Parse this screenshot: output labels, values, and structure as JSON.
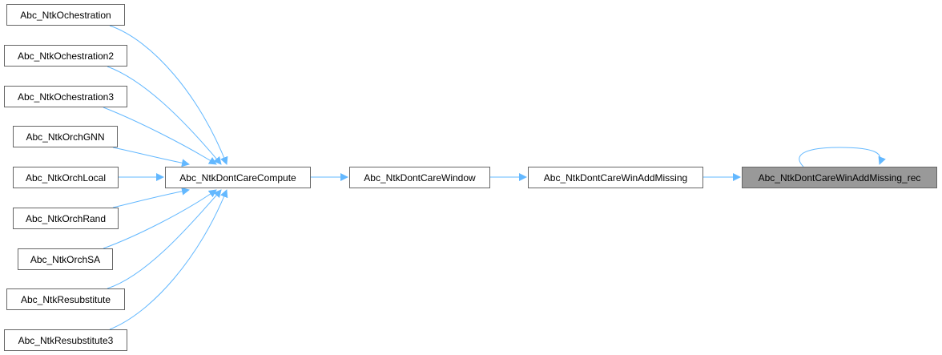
{
  "callers": [
    "Abc_NtkOchestration",
    "Abc_NtkOchestration2",
    "Abc_NtkOchestration3",
    "Abc_NtkOrchGNN",
    "Abc_NtkOrchLocal",
    "Abc_NtkOrchRand",
    "Abc_NtkOrchSA",
    "Abc_NtkResubstitute",
    "Abc_NtkResubstitute3"
  ],
  "chain": [
    "Abc_NtkDontCareCompute",
    "Abc_NtkDontCareWindow",
    "Abc_NtkDontCareWinAddMissing"
  ],
  "current": "Abc_NtkDontCareWinAddMissing_rec",
  "colors": {
    "edge": "#63b8ff",
    "current_fill": "#999999",
    "border": "#666666"
  }
}
